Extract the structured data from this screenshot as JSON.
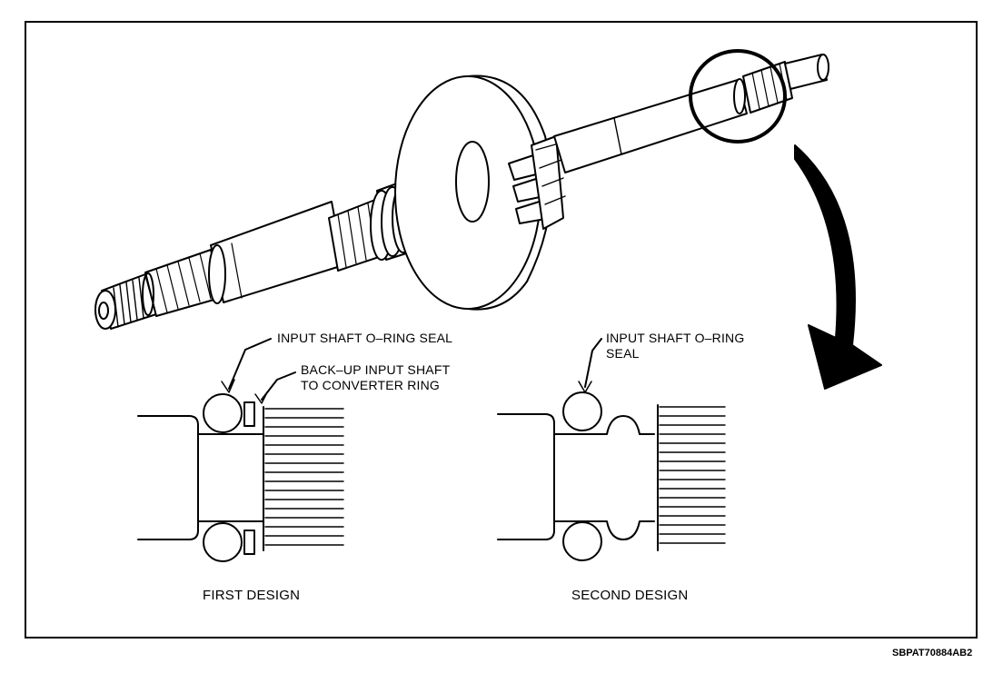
{
  "labels": {
    "first_seal": "INPUT SHAFT O–RING SEAL",
    "backup_line1": "BACK–UP INPUT SHAFT",
    "backup_line2": "TO CONVERTER RING",
    "second_seal_line1": "INPUT SHAFT O–RING",
    "second_seal_line2": "SEAL"
  },
  "captions": {
    "first": "FIRST DESIGN",
    "second": "SECOND DESIGN"
  },
  "reference_code": "SBPAT70884AB2"
}
